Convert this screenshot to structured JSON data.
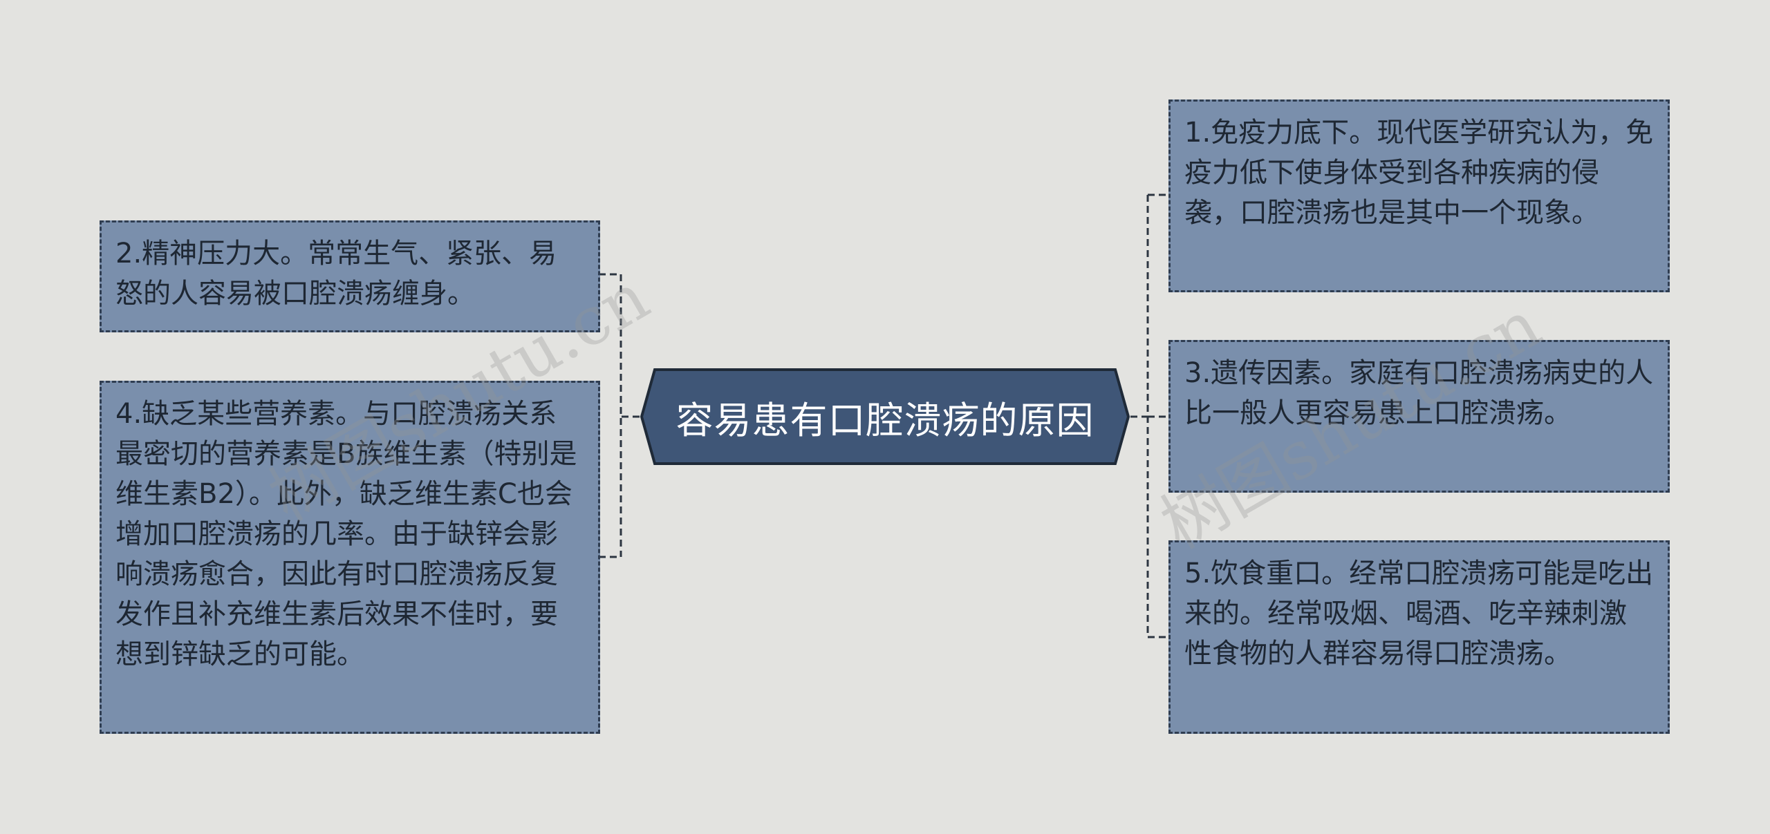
{
  "center_topic": "容易患有口腔溃疡的原因",
  "nodes": {
    "n1": "1.免疫力底下。现代医学研究认为，免疫力低下使身体受到各种疾病的侵袭，口腔溃疡也是其中一个现象。",
    "n2": "2.精神压力大。常常生气、紧张、易怒的人容易被口腔溃疡缠身。",
    "n3": "3.遗传因素。家庭有口腔溃疡病史的人比一般人更容易患上口腔溃疡。",
    "n4": "4.缺乏某些营养素。与口腔溃疡关系最密切的营养素是B族维生素（特别是维生素B2）。此外，缺乏维生素C也会增加口腔溃疡的几率。由于缺锌会影响溃疡愈合，因此有时口腔溃疡反复发作且补充维生素后效果不佳时，要想到锌缺乏的可能。",
    "n5": "5.饮食重口。经常口腔溃疡可能是吃出来的。经常吸烟、喝酒、吃辛辣刺激性食物的人群容易得口腔溃疡。"
  },
  "watermark": "树图shutu.cn",
  "colors": {
    "background": "#e3e3e0",
    "node_fill": "#7a8fac",
    "node_border": "#2f3d51",
    "center_fill": "#3f5677",
    "center_text": "#ffffff"
  }
}
